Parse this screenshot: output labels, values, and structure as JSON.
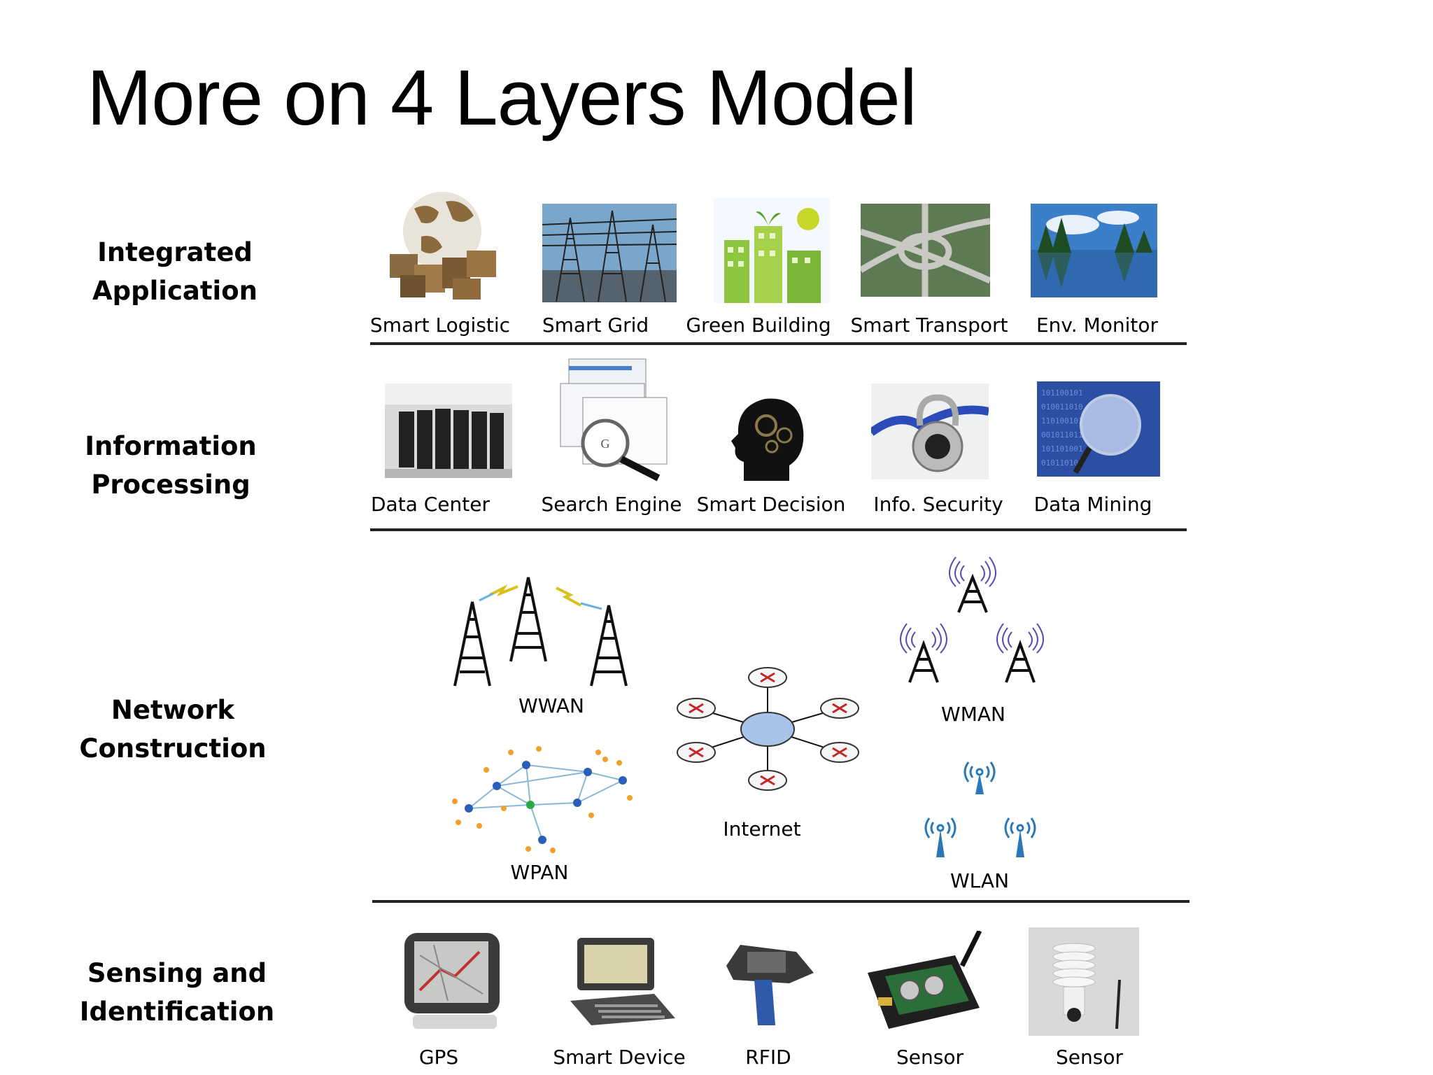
{
  "title": "More on 4 Layers Model",
  "layers": [
    {
      "name": [
        "Integrated",
        "Application"
      ],
      "items": [
        "Smart Logistic",
        "Smart Grid",
        "Green Building",
        "Smart Transport",
        "Env. Monitor"
      ],
      "icons": [
        "globe-boxes-icon",
        "power-grid-icon",
        "green-building-icon",
        "highway-icon",
        "lake-landscape-icon"
      ]
    },
    {
      "name": [
        "Information",
        "Processing"
      ],
      "items": [
        "Data Center",
        "Search Engine",
        "Smart Decision",
        "Info. Security",
        "Data Mining"
      ],
      "icons": [
        "server-room-icon",
        "search-magnifier-icon",
        "gear-head-icon",
        "padlock-cable-icon",
        "data-magnifier-icon"
      ]
    },
    {
      "name": [
        "Network",
        "Construction"
      ],
      "items": [
        "WWAN",
        "WPAN",
        "Internet",
        "WMAN",
        "WLAN"
      ],
      "icons": [
        "cell-tower-icon",
        "mesh-network-icon",
        "router-star-icon",
        "radio-tower-icon",
        "wifi-antenna-icon"
      ]
    },
    {
      "name": [
        "Sensing and",
        "Identification"
      ],
      "items": [
        "GPS",
        "Smart Device",
        "RFID",
        "Sensor",
        "Sensor"
      ],
      "icons": [
        "gps-device-icon",
        "handheld-device-icon",
        "rfid-reader-icon",
        "sensor-board-icon",
        "weather-sensor-icon"
      ]
    }
  ]
}
